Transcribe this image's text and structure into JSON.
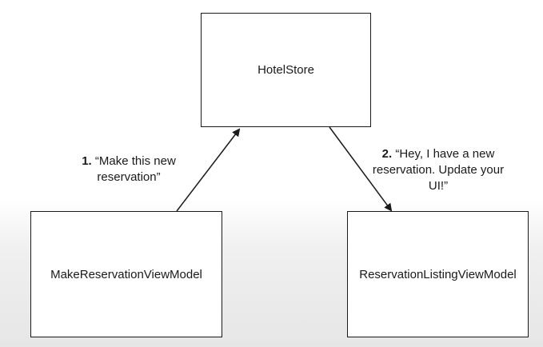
{
  "diagram": {
    "nodes": {
      "hotel_store": "HotelStore",
      "make_reservation_view_model": "MakeReservationViewModel",
      "reservation_listing_view_model": "ReservationListingViewModel"
    },
    "edges": [
      {
        "from": "MakeReservationViewModel",
        "to": "HotelStore",
        "step": "1.",
        "text_line1": "“Make this new",
        "text_line2": "reservation”"
      },
      {
        "from": "HotelStore",
        "to": "ReservationListingViewModel",
        "step": "2.",
        "text_line1": "“Hey, I have a new",
        "text_line2": "reservation. Update your",
        "text_line3": "UI!”"
      }
    ]
  },
  "colors": {
    "stroke": "#1a1a1a",
    "box_fill": "#ffffff"
  }
}
